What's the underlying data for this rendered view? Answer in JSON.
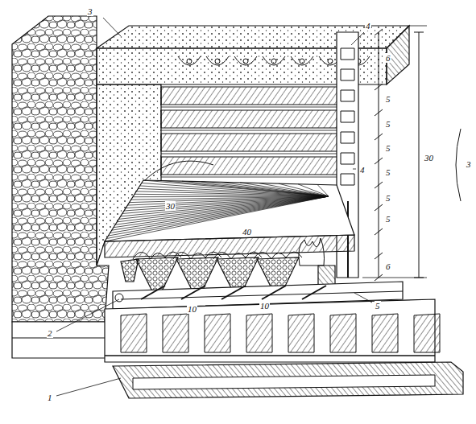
{
  "diagram": {
    "labels": [
      "3",
      "4",
      "6",
      "5",
      "5",
      "5",
      "5",
      "5",
      "5",
      "6",
      "30",
      "3",
      "4",
      "30",
      "40",
      "10",
      "10",
      "2",
      "1",
      "5"
    ]
  }
}
